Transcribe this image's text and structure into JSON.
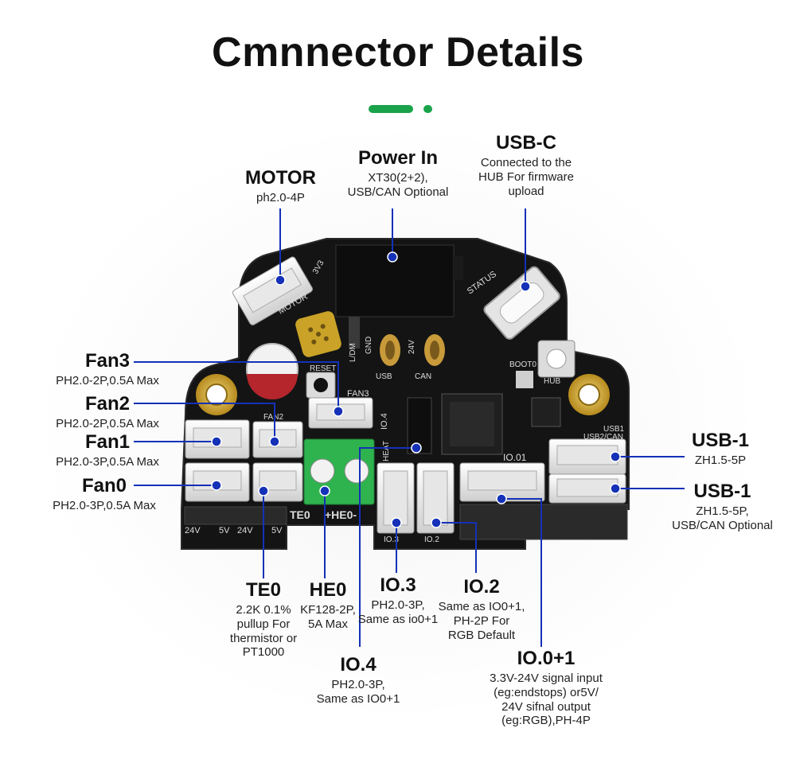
{
  "title": "Cmnnector Details",
  "colors": {
    "accent": "#1aa34a",
    "leader": "#1431b8",
    "board": "#141414",
    "gold": "#c9a227"
  },
  "labels": {
    "motor": {
      "name": "MOTOR",
      "desc": "ph2.0-4P"
    },
    "power": {
      "name": "Power In",
      "desc1": "XT30(2+2),",
      "desc2": "USB/CAN Optional"
    },
    "usbc": {
      "name": "USB-C",
      "desc1": "Connected to the",
      "desc2": "HUB For firmware",
      "desc3": "upload"
    },
    "fan3": {
      "name": "Fan3",
      "desc": "PH2.0-2P,0.5A Max"
    },
    "fan2": {
      "name": "Fan2",
      "desc": "PH2.0-2P,0.5A Max"
    },
    "fan1": {
      "name": "Fan1",
      "desc": "PH2.0-3P,0.5A Max"
    },
    "fan0": {
      "name": "Fan0",
      "desc": "PH2.0-3P,0.5A Max"
    },
    "usb1a": {
      "name": "USB-1",
      "desc": "ZH1.5-5P"
    },
    "usb1b": {
      "name": "USB-1",
      "desc1": "ZH1.5-5P,",
      "desc2": "USB/CAN Optional"
    },
    "te0": {
      "name": "TE0",
      "desc1": "2.2K 0.1%",
      "desc2": "pullup For",
      "desc3": "thermistor or",
      "desc4": "PT1000"
    },
    "he0": {
      "name": "HE0",
      "desc1": "KF128-2P,",
      "desc2": "5A Max"
    },
    "io3": {
      "name": "IO.3",
      "desc1": "PH2.0-3P,",
      "desc2": "Same as io0+1"
    },
    "io2": {
      "name": "IO.2",
      "desc1": "Same as IO0+1,",
      "desc2": "PH-2P For",
      "desc3": "RGB Default"
    },
    "io4": {
      "name": "IO.4",
      "desc1": "PH2.0-3P,",
      "desc2": "Same as IO0+1"
    },
    "io01": {
      "name": "IO.0+1",
      "desc1": "3.3V-24V signal input",
      "desc2": "(eg:endstops) or5V/",
      "desc3": "24V sifnal output",
      "desc4": "(eg:RGB),PH-4P"
    }
  },
  "silk": {
    "motor": "MOTOR",
    "v3v3": "3V3",
    "status": "STATUS",
    "ldm": "L/DM",
    "gnd": "GND",
    "v24": "24V",
    "reset": "RESET",
    "usb": "USB",
    "can": "CAN",
    "boot0": "BOOT0",
    "hub": "HUB",
    "fan3": "FAN3",
    "fan2": "FAN2",
    "io4": "IO.4",
    "heat": "HEAT",
    "io01": "IO.01",
    "usb1": "USB1",
    "usb2can": "USB2/CAN",
    "te0": "TE0",
    "he0": "+HE0-",
    "io3": "IO.3",
    "io2": "IO.2",
    "p24a": "24V",
    "p5a": "5V",
    "p24b": "24V",
    "p5b": "5V"
  }
}
